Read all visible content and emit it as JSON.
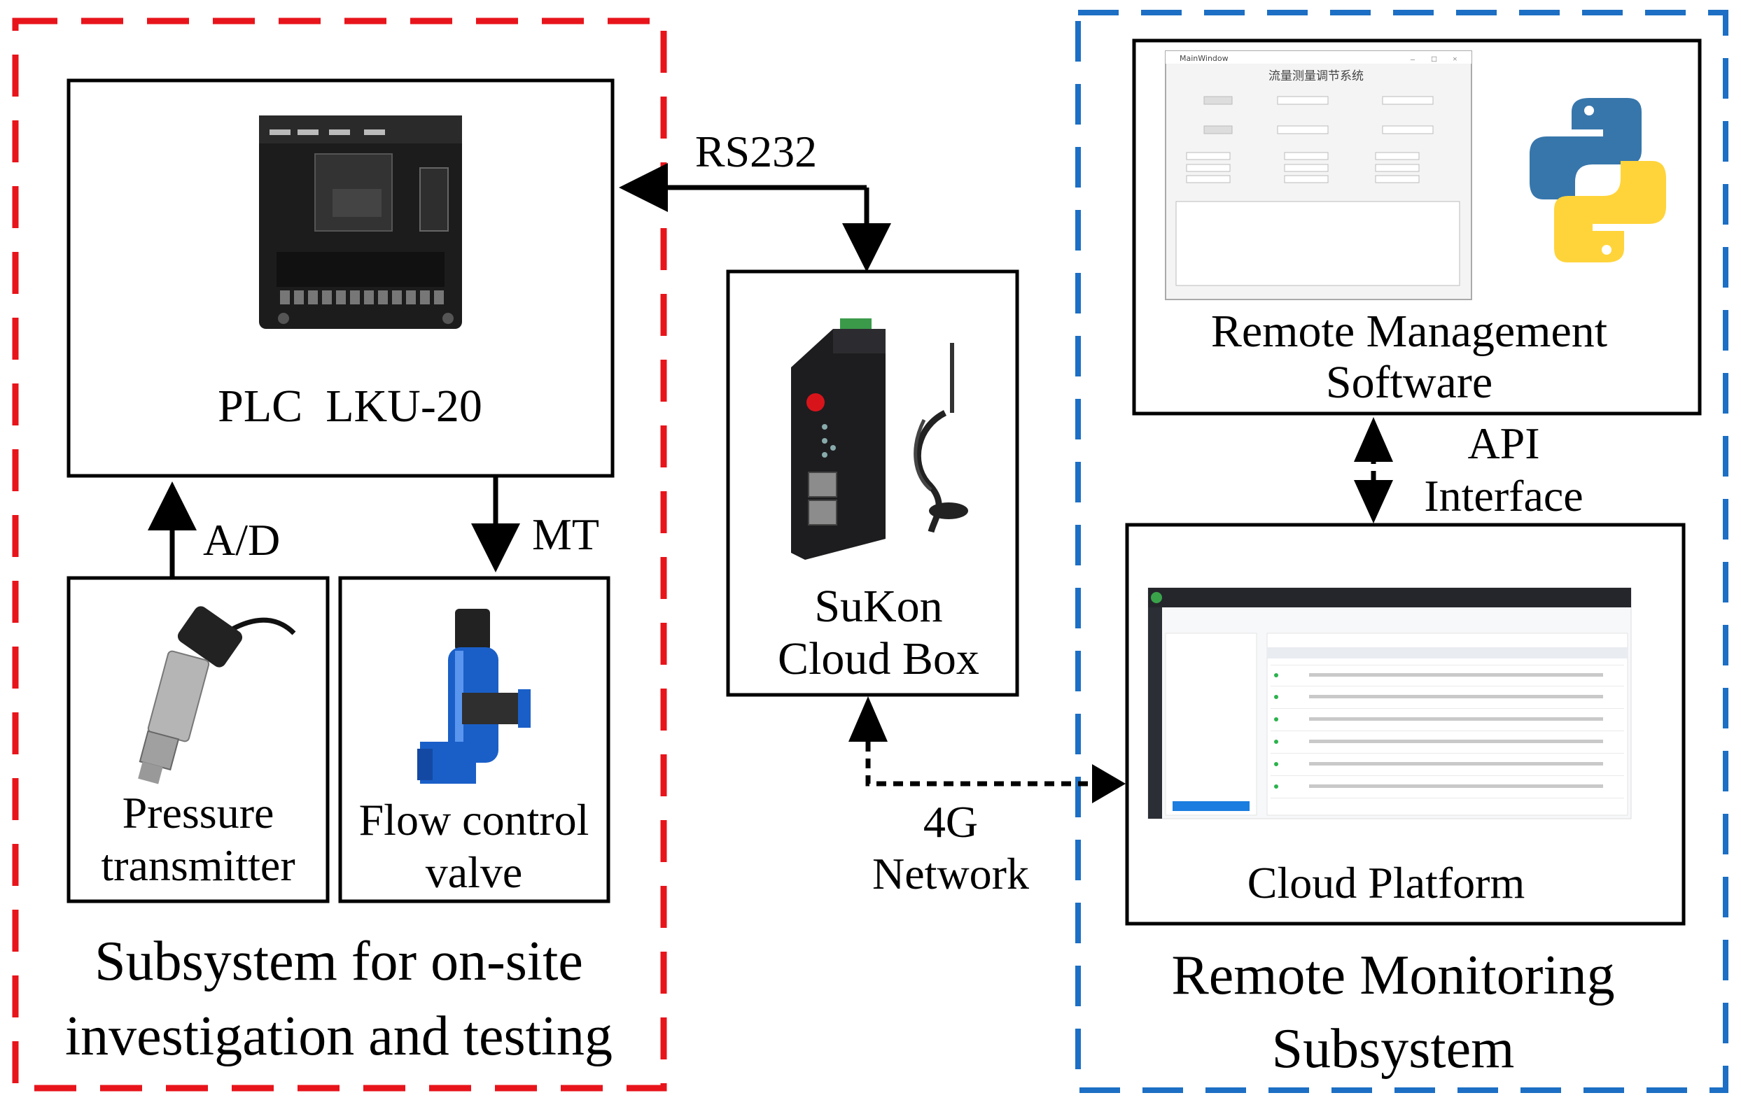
{
  "groups": {
    "onsite": {
      "title_line1": "Subsystem for on-site",
      "title_line2": "investigation and testing",
      "border_color": "#e8141b"
    },
    "remote": {
      "title_line1": "Remote Monitoring",
      "title_line2": "Subsystem",
      "border_color": "#1c6fc4"
    }
  },
  "boxes": {
    "plc": {
      "label": "PLC  LKU-20"
    },
    "pressure": {
      "label_line1": "Pressure",
      "label_line2": "transmitter"
    },
    "flow": {
      "label_line1": "Flow control",
      "label_line2": "valve"
    },
    "cloudbox": {
      "label_line1": "SuKon",
      "label_line2": "Cloud Box"
    },
    "software": {
      "label_line1": "Remote Management",
      "label_line2": "Software",
      "window_title": "MainWindow",
      "app_heading": "流量测量调节系统"
    },
    "platform": {
      "label": "Cloud Platform"
    }
  },
  "connections": {
    "rs232": "RS232",
    "ad": "A/D",
    "mt": "MT",
    "api_line1": "API",
    "api_line2": "Interface",
    "network_line1": "4G",
    "network_line2": "Network"
  },
  "icons": {
    "plc": "plc-device-icon",
    "pressure": "pressure-sensor-icon",
    "flow": "flow-valve-icon",
    "cloudbox": "cloud-gateway-icon",
    "antenna": "antenna-icon",
    "python": "python-logo-icon"
  }
}
